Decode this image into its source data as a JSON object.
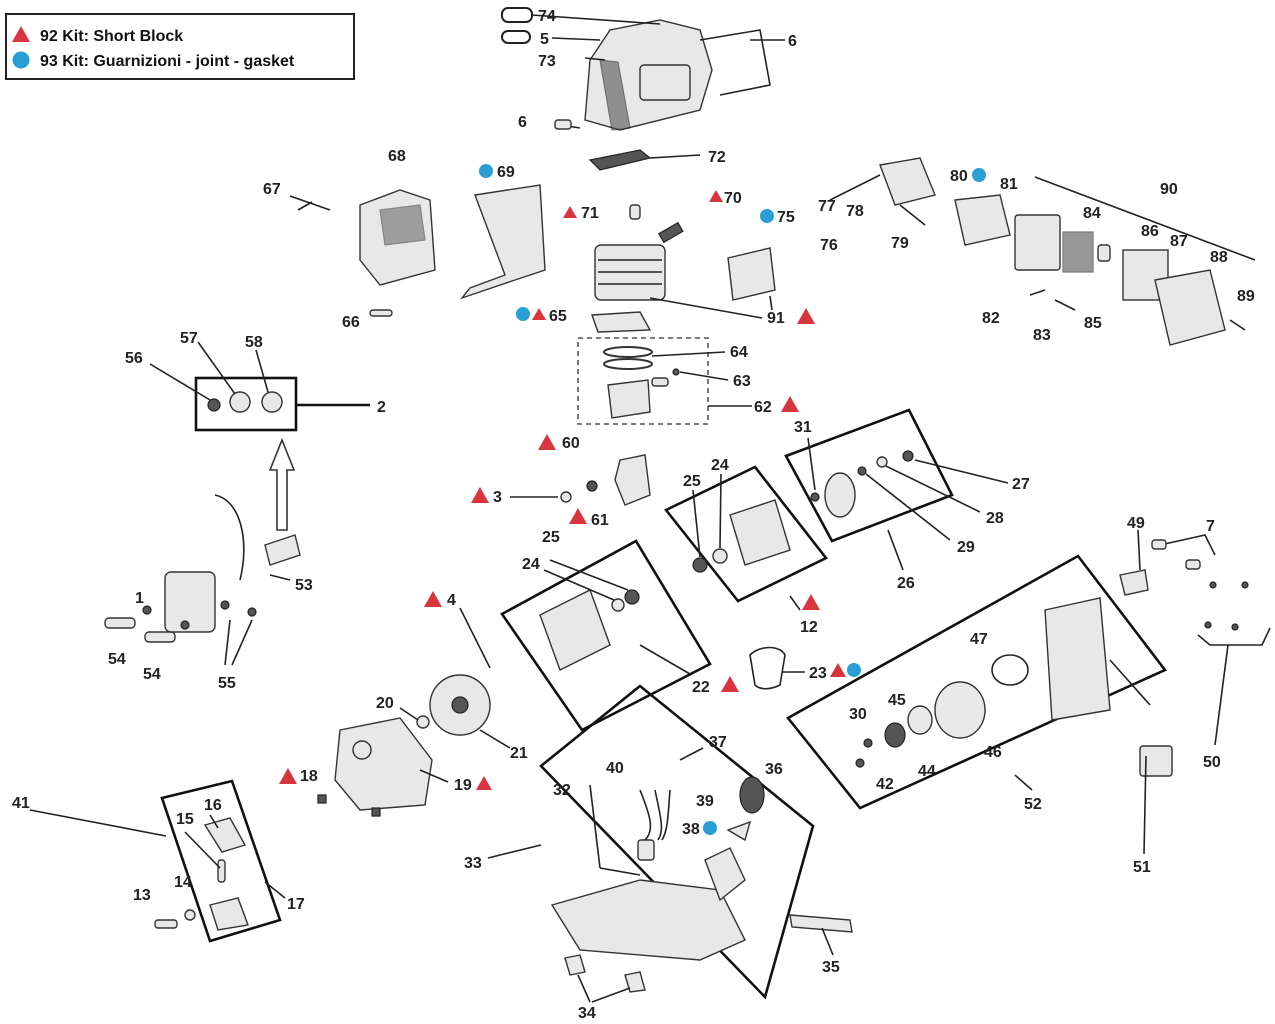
{
  "legend": [
    {
      "marker": "triangle",
      "color": "#d9353f",
      "text": "92 Kit: Short Block"
    },
    {
      "marker": "dot",
      "color": "#2a9fd6",
      "text": "93 Kit: Guarnizioni - joint - gasket"
    }
  ],
  "labels": {
    "p1": "1",
    "p2": "2",
    "p3": "3",
    "p4": "4",
    "p5": "5",
    "p6a": "6",
    "p6b": "6",
    "p7": "7",
    "p12": "12",
    "p13": "13",
    "p14": "14",
    "p15": "15",
    "p16": "16",
    "p17": "17",
    "p18": "18",
    "p19": "19",
    "p20": "20",
    "p21": "21",
    "p22": "22",
    "p23": "23",
    "p24a": "24",
    "p24b": "24",
    "p25a": "25",
    "p25b": "25",
    "p26": "26",
    "p27": "27",
    "p28": "28",
    "p29": "29",
    "p30": "30",
    "p31": "31",
    "p32": "32",
    "p33": "33",
    "p34": "34",
    "p35": "35",
    "p36": "36",
    "p37": "37",
    "p38": "38",
    "p39": "39",
    "p40": "40",
    "p41": "41",
    "p42": "42",
    "p44": "44",
    "p45": "45",
    "p46": "46",
    "p47": "47",
    "p49": "49",
    "p50": "50",
    "p51": "51",
    "p52": "52",
    "p53": "53",
    "p54a": "54",
    "p54b": "54",
    "p55": "55",
    "p56": "56",
    "p57": "57",
    "p58": "58",
    "p60": "60",
    "p61": "61",
    "p62": "62",
    "p63": "63",
    "p64": "64",
    "p65": "65",
    "p66": "66",
    "p67": "67",
    "p68": "68",
    "p69": "69",
    "p70": "70",
    "p71": "71",
    "p72": "72",
    "p73": "73",
    "p74": "74",
    "p75": "75",
    "p76": "76",
    "p77": "77",
    "p78": "78",
    "p79": "79",
    "p80": "80",
    "p81": "81",
    "p82": "82",
    "p83": "83",
    "p84": "84",
    "p85": "85",
    "p86": "86",
    "p87": "87",
    "p88": "88",
    "p89": "89",
    "p90": "90",
    "p91": "91"
  },
  "colors": {
    "kit_triangle": "#d9353f",
    "kit_dot": "#2a9fd6"
  }
}
